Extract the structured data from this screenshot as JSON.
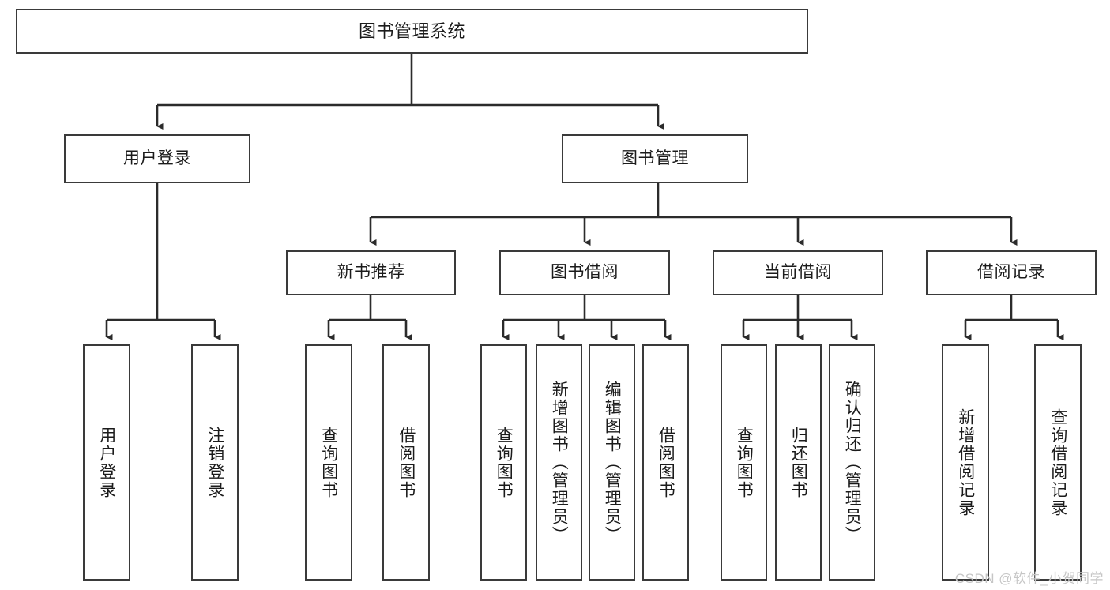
{
  "diagram": {
    "type": "tree-hierarchy",
    "title": "图书管理系统",
    "orientation": "top-down",
    "colors": {
      "box_border": "#3a3a3a",
      "box_fill": "#ffffff",
      "connector": "#2b2b2b",
      "text": "#1b1b1b",
      "watermark": "#c6c6c6",
      "canvas": "#ffffff"
    }
  },
  "nodes": {
    "root": {
      "label": "图书管理系统"
    },
    "level2": [
      {
        "id": "user-login",
        "label": "用户登录"
      },
      {
        "id": "book-manage",
        "label": "图书管理"
      }
    ],
    "level3": [
      {
        "id": "new-book-recommend",
        "label": "新书推荐"
      },
      {
        "id": "book-borrow",
        "label": "图书借阅"
      },
      {
        "id": "current-borrow",
        "label": "当前借阅"
      },
      {
        "id": "borrow-record",
        "label": "借阅记录"
      }
    ],
    "leaves": {
      "user_login": [
        {
          "id": "leaf-user-login",
          "label": "用户登录"
        },
        {
          "id": "leaf-logout-login",
          "label": "注销登录"
        }
      ],
      "new_book_recommend": [
        {
          "id": "leaf-query-book-1",
          "label": "查询图书"
        },
        {
          "id": "leaf-borrow-book-1",
          "label": "借阅图书"
        }
      ],
      "book_borrow": [
        {
          "id": "leaf-query-book-2",
          "label": "查询图书"
        },
        {
          "id": "leaf-add-book",
          "label": "新增图书（管理员）"
        },
        {
          "id": "leaf-edit-book",
          "label": "编辑图书（管理员）"
        },
        {
          "id": "leaf-borrow-book-2",
          "label": "借阅图书"
        }
      ],
      "current_borrow": [
        {
          "id": "leaf-query-book-3",
          "label": "查询图书"
        },
        {
          "id": "leaf-return-book",
          "label": "归还图书"
        },
        {
          "id": "leaf-confirm-return",
          "label": "确认归还（管理员）"
        }
      ],
      "borrow_record": [
        {
          "id": "leaf-add-borrow-record",
          "label": "新增借阅记录"
        },
        {
          "id": "leaf-query-borrow-record",
          "label": "查询借阅记录"
        }
      ]
    }
  },
  "watermark": {
    "text": "CSDN @软件_小贺同学"
  }
}
